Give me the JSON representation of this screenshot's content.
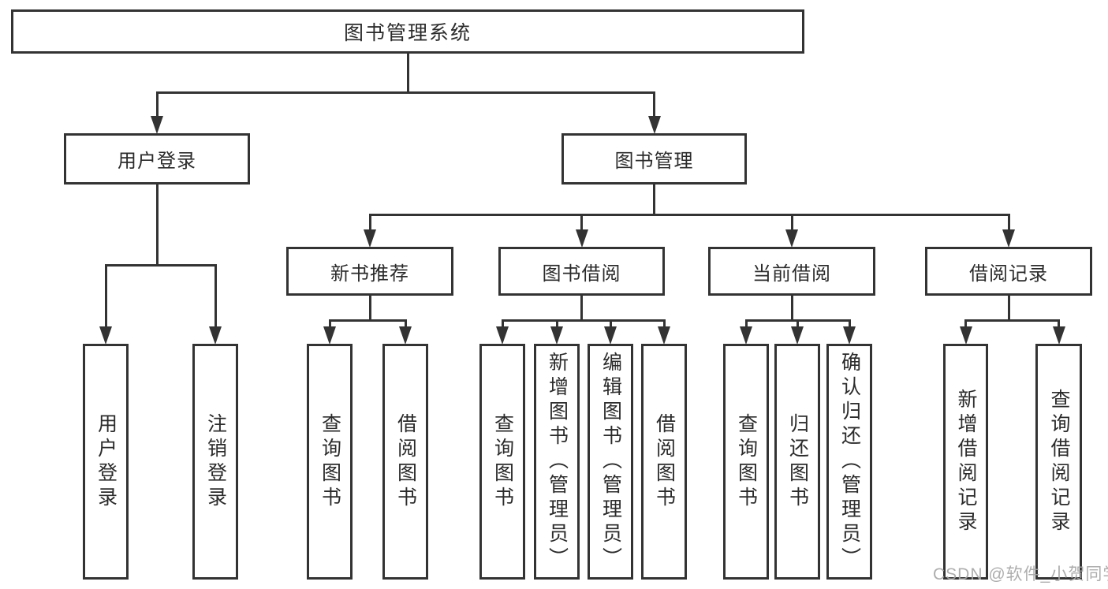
{
  "diagram_title": "图书管理系统",
  "nodes": {
    "root": {
      "label": "图书管理系统"
    },
    "userLogin": {
      "label": "用户登录"
    },
    "bookManagement": {
      "label": "图书管理"
    },
    "newBookRecommend": {
      "label": "新书推荐"
    },
    "bookBorrowing": {
      "label": "图书借阅"
    },
    "currentBorrowing": {
      "label": "当前借阅"
    },
    "borrowingRecords": {
      "label": "借阅记录"
    },
    "leafUserLogin": {
      "label": "用户登录"
    },
    "leafLogout": {
      "label": "注销登录"
    },
    "nbQueryBooks": {
      "label": "查询图书"
    },
    "nbBorrowBooks": {
      "label": "借阅图书"
    },
    "bbQueryBooks": {
      "label": "查询图书"
    },
    "bbAddBooks": {
      "label": "新增图书（管理员）"
    },
    "bbEditBooks": {
      "label": "编辑图书（管理员）"
    },
    "bbBorrowBooks": {
      "label": "借阅图书"
    },
    "cbQueryBooks": {
      "label": "查询图书"
    },
    "cbReturnBooks": {
      "label": "归还图书"
    },
    "cbConfirmReturn": {
      "label": "确认归还（管理员）"
    },
    "brAddRecord": {
      "label": "新增借阅记录"
    },
    "brQueryRecord": {
      "label": "查询借阅记录"
    }
  },
  "hierarchy": {
    "图书管理系统": {
      "用户登录": [
        "用户登录",
        "注销登录"
      ],
      "图书管理": {
        "新书推荐": [
          "查询图书",
          "借阅图书"
        ],
        "图书借阅": [
          "查询图书",
          "新增图书（管理员）",
          "编辑图书（管理员）",
          "借阅图书"
        ],
        "当前借阅": [
          "查询图书",
          "归还图书",
          "确认归还（管理员）"
        ],
        "借阅记录": [
          "新增借阅记录",
          "查询借阅记录"
        ]
      }
    }
  },
  "colors": {
    "line": "#333333",
    "box_fill": "#ffffff",
    "watermark": "#a7a7a7"
  },
  "watermark": {
    "text": "CSDN @软件_小贺同学"
  }
}
